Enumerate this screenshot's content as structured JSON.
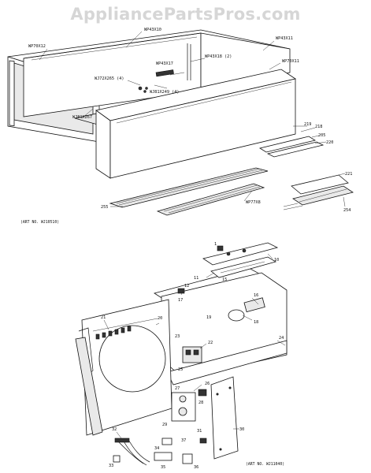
{
  "watermark": "AppliancePartsPros.com",
  "top_assembly": {
    "art_no": "(ART NO. WJ10510)",
    "labels": {
      "wp43x10": "WP43X10",
      "wp70x12": "WP70X12",
      "wp43x11": "WP43X11",
      "wp43x17": "WP43X17",
      "wp43x18": "WP43X18 (2)",
      "wj72x265": "WJ72X265 (4)",
      "wj81x267": "WJ81X267",
      "wj81x249": "WJ81X249 (4)",
      "wp70x11": "WP70X11",
      "n219": "219",
      "n218": "218",
      "n205": "205",
      "n220": "220",
      "n221": "221",
      "wp77x8": "WP77X8",
      "n255": "255",
      "n254": "254"
    }
  },
  "bottom_assembly": {
    "art_no": "(ART NO. WJ11040)",
    "labels": {
      "n1": "1",
      "n10": "10",
      "n11": "11",
      "n12": "12",
      "n15": "15",
      "n16": "16",
      "n17": "17",
      "n18": "18",
      "n19": "19",
      "n20": "20",
      "n21": "21",
      "n22": "22",
      "n23": "23",
      "n24": "24",
      "n25": "25",
      "n26": "26",
      "n27": "27",
      "n28": "28",
      "n29": "29",
      "n30": "30",
      "n31": "31",
      "n32": "32",
      "n33": "33",
      "n34": "34",
      "n35": "35",
      "n36": "36",
      "n37": "37"
    }
  }
}
